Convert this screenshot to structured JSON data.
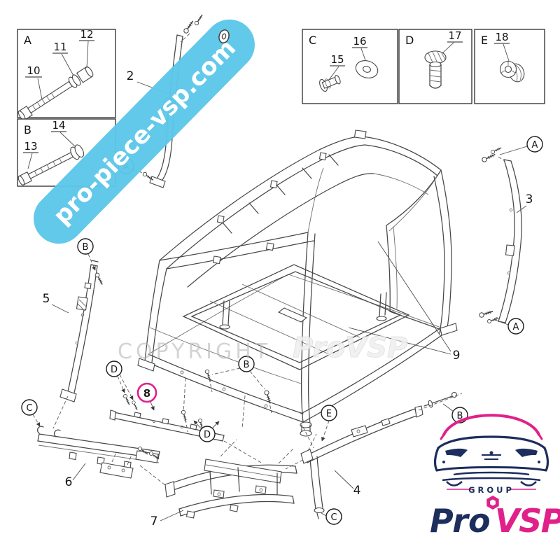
{
  "watermark": {
    "diagonal_text": "pro-piece-vsp.com",
    "copyright_text": "COPYRIGHT",
    "ghost_text": "ProVSP"
  },
  "letters": {
    "A": "A",
    "B": "B",
    "C": "C",
    "D": "D",
    "E": "E"
  },
  "labels": {
    "p2": "2",
    "p3": "3",
    "p4": "4",
    "p5": "5",
    "p6": "6",
    "p7": "7",
    "p8": "8",
    "p9": "9",
    "n10": "10",
    "n11": "11",
    "n12": "12",
    "n13": "13",
    "n14": "14",
    "n15": "15",
    "n16": "16",
    "n17": "17",
    "n18": "18"
  },
  "insets": {
    "a": {
      "letter": "A",
      "part_numbers": [
        "10",
        "11",
        "12"
      ]
    },
    "b": {
      "letter": "B",
      "part_numbers": [
        "13",
        "14"
      ]
    },
    "c": {
      "letter": "C",
      "part_numbers": [
        "15",
        "16"
      ]
    },
    "d": {
      "letter": "D",
      "part_numbers": [
        "17"
      ]
    },
    "e": {
      "letter": "E",
      "part_numbers": [
        "18"
      ]
    }
  },
  "highlighted_part": "8",
  "logo": {
    "group": "GROUP",
    "pro": "Pro",
    "vsp": "VSP"
  },
  "colors": {
    "highlight_pink": "#e0218a",
    "watermark_blue": "#5cc7e9",
    "line_gray": "#474747",
    "logo_navy": "#1c2d5e",
    "logo_pink": "#e0218a",
    "copyright_gray": "#cfcfcf"
  }
}
